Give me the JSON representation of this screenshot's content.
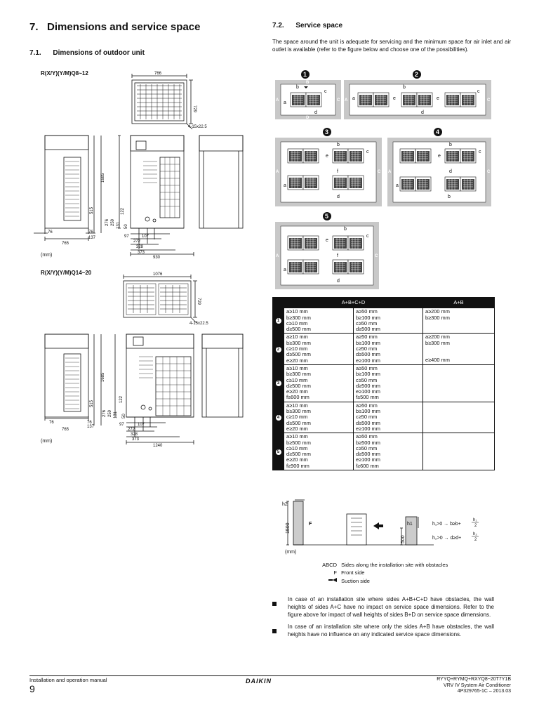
{
  "header": {
    "section_num": "7.",
    "section_title": "Dimensions and service space",
    "sub1_num": "7.1.",
    "sub1_title": "Dimensions of outdoor unit",
    "sub2_num": "7.2.",
    "sub2_title": "Service space"
  },
  "left": {
    "model1": "R(X/Y)(Y/M)Q8~12",
    "model2": "R(X/Y)(Y/M)Q14~20",
    "mm": "(mm)",
    "d1": {
      "top_w": "766",
      "top_h": "729",
      "hole": "4-15x22.5",
      "h": "1685",
      "side_h": "515",
      "b76a": "76",
      "b76b": "76",
      "w765": "765",
      "w137": "137",
      "v276": "276",
      "v259": "259",
      "v122": "122",
      "v131": "131",
      "v50": "50",
      "w97": "97",
      "w107": "107",
      "w272": "272",
      "w328": "328",
      "w373": "373",
      "w930": "930"
    },
    "d2": {
      "top_w": "1076",
      "top_h": "729",
      "hole": "4-15x22.5",
      "h": "1685",
      "side_h": "515",
      "b76a": "76",
      "b76b": "76",
      "w765": "765",
      "w137": "137",
      "v276": "276",
      "v259": "259",
      "v122": "122",
      "v131": "131",
      "v50": "50",
      "w97": "97",
      "w107": "107",
      "w272": "272",
      "w328": "328",
      "w373": "373",
      "w1240": "1240"
    }
  },
  "right": {
    "intro": "The space around the unit is adequate for servicing and the minimum space for air inlet and air outlet is available (refer to the figure below and choose one of the possibilities).",
    "fig_labels": {
      "A": "A",
      "B": "B",
      "C": "C",
      "D": "D",
      "a": "a",
      "b": "b",
      "c": "c",
      "d": "d",
      "e": "e",
      "f": "f"
    },
    "fig_nums": [
      "1",
      "2",
      "3",
      "4",
      "5"
    ],
    "table": {
      "head1": "A+B+C+D",
      "head2": "A+B",
      "rows": [
        {
          "n": "1",
          "c1": [
            "a≥10 mm",
            "b≥300 mm",
            "c≥10 mm",
            "d≥500 mm"
          ],
          "c2": [
            "a≥50 mm",
            "b≥100 mm",
            "c≥50 mm",
            "d≥500 mm"
          ],
          "c3": [
            "a≥200 mm",
            "b≥300 mm"
          ]
        },
        {
          "n": "2",
          "c1": [
            "a≥10 mm",
            "b≥300 mm",
            "c≥10 mm",
            "d≥500 mm",
            "e≥20 mm"
          ],
          "c2": [
            "a≥50 mm",
            "b≥100 mm",
            "c≥50 mm",
            "d≥500 mm",
            "e≥100 mm"
          ],
          "c3": [
            "a≥200 mm",
            "b≥300 mm",
            "",
            "",
            "e≥400 mm"
          ]
        },
        {
          "n": "3",
          "c1": [
            "a≥10 mm",
            "b≥300 mm",
            "c≥10 mm",
            "d≥500 mm",
            "e≥20 mm",
            "f≥600 mm"
          ],
          "c2": [
            "a≥50 mm",
            "b≥100 mm",
            "c≥50 mm",
            "d≥500 mm",
            "e≥100 mm",
            "f≥500 mm"
          ],
          "c3": []
        },
        {
          "n": "4",
          "c1": [
            "a≥10 mm",
            "b≥300 mm",
            "c≥10 mm",
            "d≥500 mm",
            "e≥20 mm"
          ],
          "c2": [
            "a≥50 mm",
            "b≥100 mm",
            "c≥50 mm",
            "d≥500 mm",
            "e≥100 mm"
          ],
          "c3": []
        },
        {
          "n": "5",
          "c1": [
            "a≥10 mm",
            "b≥500 mm",
            "c≥10 mm",
            "d≥500 mm",
            "e≥20 mm",
            "f≥900 mm"
          ],
          "c2": [
            "a≥50 mm",
            "b≥500 mm",
            "c≥50 mm",
            "d≥500 mm",
            "e≥100 mm",
            "f≥600 mm"
          ],
          "c3": []
        }
      ]
    },
    "height_fig": {
      "h2": "h2",
      "h1": "h1",
      "v1500": "1500",
      "v500": "500",
      "F": "F",
      "mm": "(mm)",
      "f1": "h₁>0  →  b≥b+",
      "f1n": "h₁",
      "f1d": "2",
      "f2": "h₂>0  →  d≥d+",
      "f2n": "h₂",
      "f2d": "2"
    },
    "legend": [
      {
        "key": "ABCD",
        "text": "Sides along the installation site with obstacles"
      },
      {
        "key": "F",
        "text": "Front side"
      },
      {
        "key": "",
        "text": "Suction side"
      }
    ],
    "bullets": [
      "In case of an installation site where sides A+B+C+D have obstacles, the wall heights of sides A+C have no impact on service space dimensions. Refer to the figure above for impact of wall heights of sides B+D on service space dimensions.",
      "In case of an installation site where only the sides A+B have obstacles, the wall heights have no influence on any indicated service space dimensions."
    ]
  },
  "footer": {
    "left": "Installation and operation manual",
    "page": "9",
    "logo": "DAIKIN",
    "right1": "RYYQ+RYMQ+RXYQ8~20T7Y1B",
    "right2": "VRV IV System Air Conditioner",
    "right3": "4P329765-1C – 2013.03"
  },
  "colors": {
    "ink": "#111111",
    "fig_bg": "#c8c8c8",
    "table_head": "#111111"
  }
}
